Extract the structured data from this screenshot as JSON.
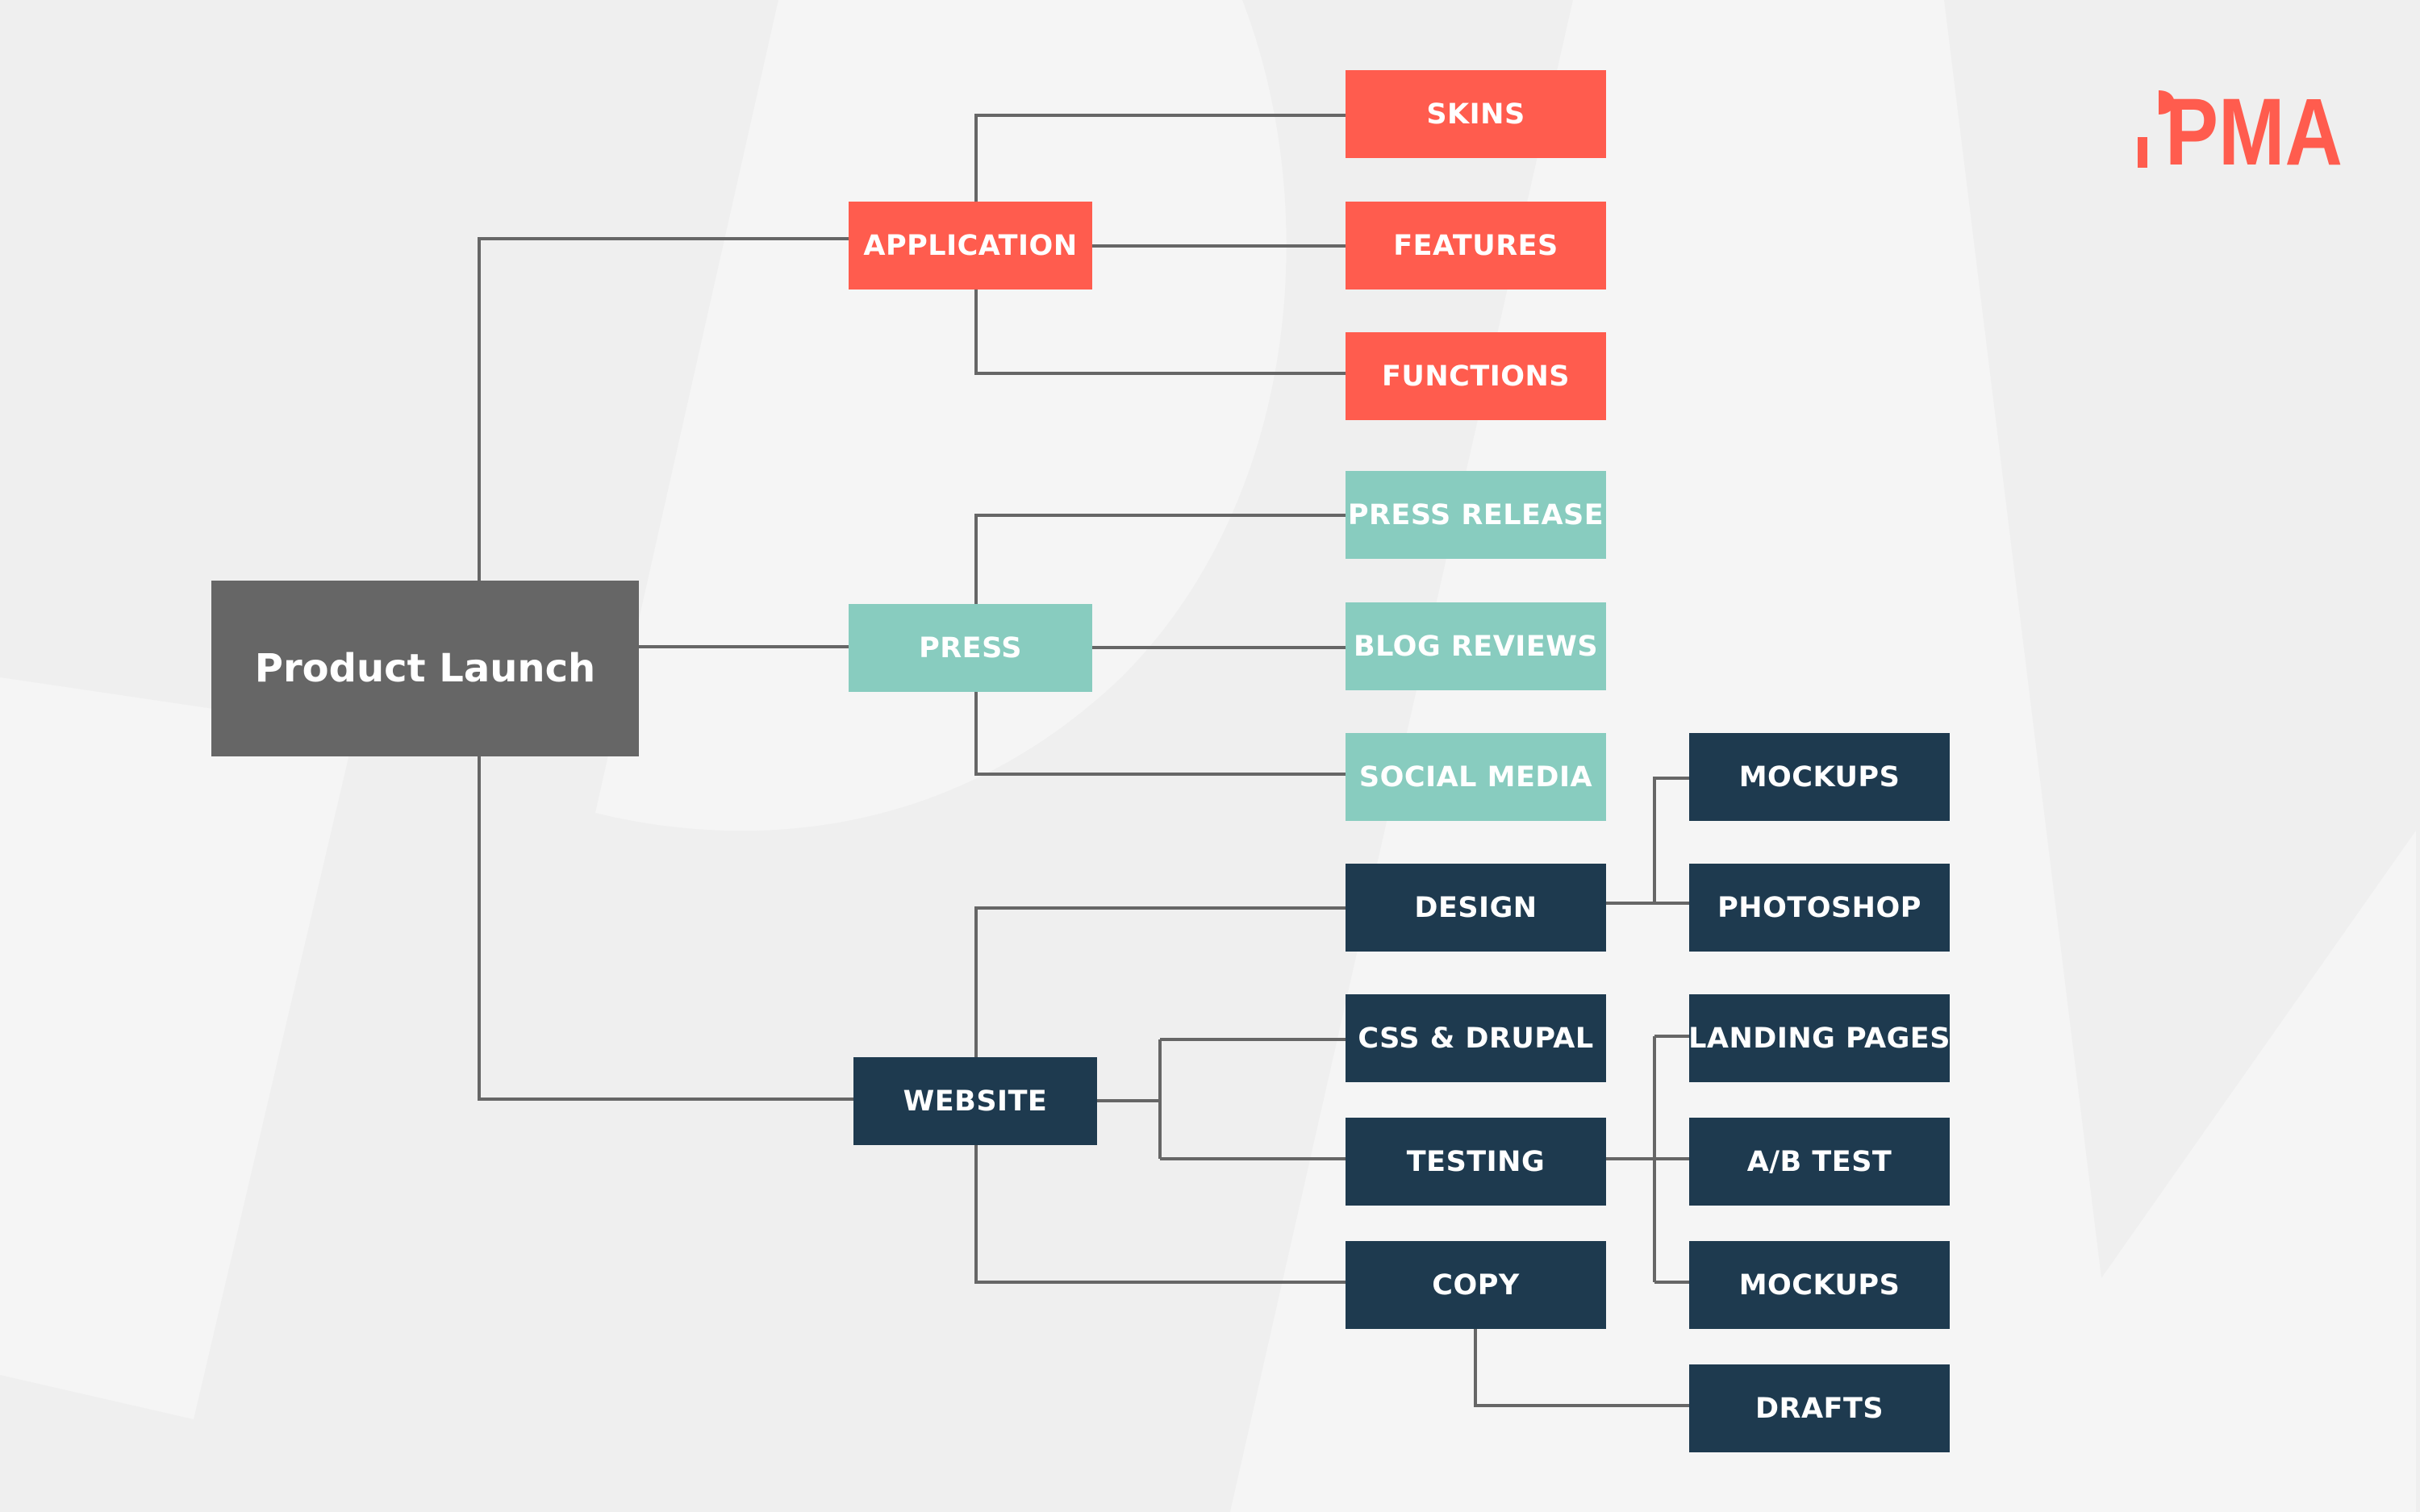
{
  "colors": {
    "background": "#efefef",
    "application": "#ff5c4e",
    "press": "#88ccbf",
    "website": "#1e3a4f",
    "root": "#666666",
    "connector": "#666666",
    "logo": "#ff5c4e"
  },
  "logo_text": "PMA",
  "root": {
    "label": "Product Launch"
  },
  "application": {
    "label": "APPLICATION",
    "children": [
      "SKINS",
      "FEATURES",
      "FUNCTIONS"
    ]
  },
  "press": {
    "label": "PRESS",
    "children": [
      "PRESS RELEASE",
      "BLOG REVIEWS",
      "SOCIAL MEDIA"
    ]
  },
  "website": {
    "label": "WEBSITE",
    "design": {
      "label": "DESIGN",
      "children": [
        "MOCKUPS",
        "PHOTOSHOP"
      ]
    },
    "css_drupal": {
      "label": "CSS & DRUPAL"
    },
    "testing": {
      "label": "TESTING",
      "children": [
        "LANDING PAGES",
        "A/B TEST",
        "MOCKUPS"
      ]
    },
    "copy": {
      "label": "COPY",
      "children": [
        "DRAFTS"
      ]
    }
  }
}
